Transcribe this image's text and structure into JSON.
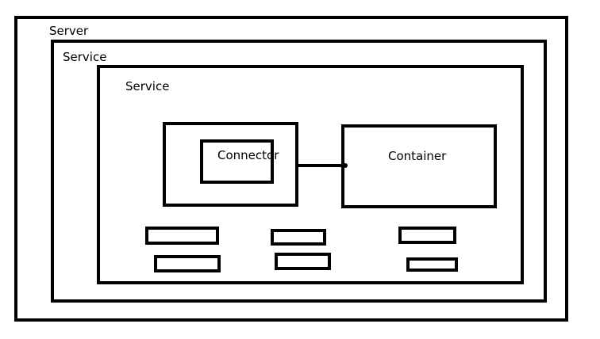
{
  "diagram": {
    "server_label": "Server",
    "outer_service_label": "Service",
    "inner_service_label": "Service",
    "connector_label": "Connector",
    "container_label": "Container"
  }
}
